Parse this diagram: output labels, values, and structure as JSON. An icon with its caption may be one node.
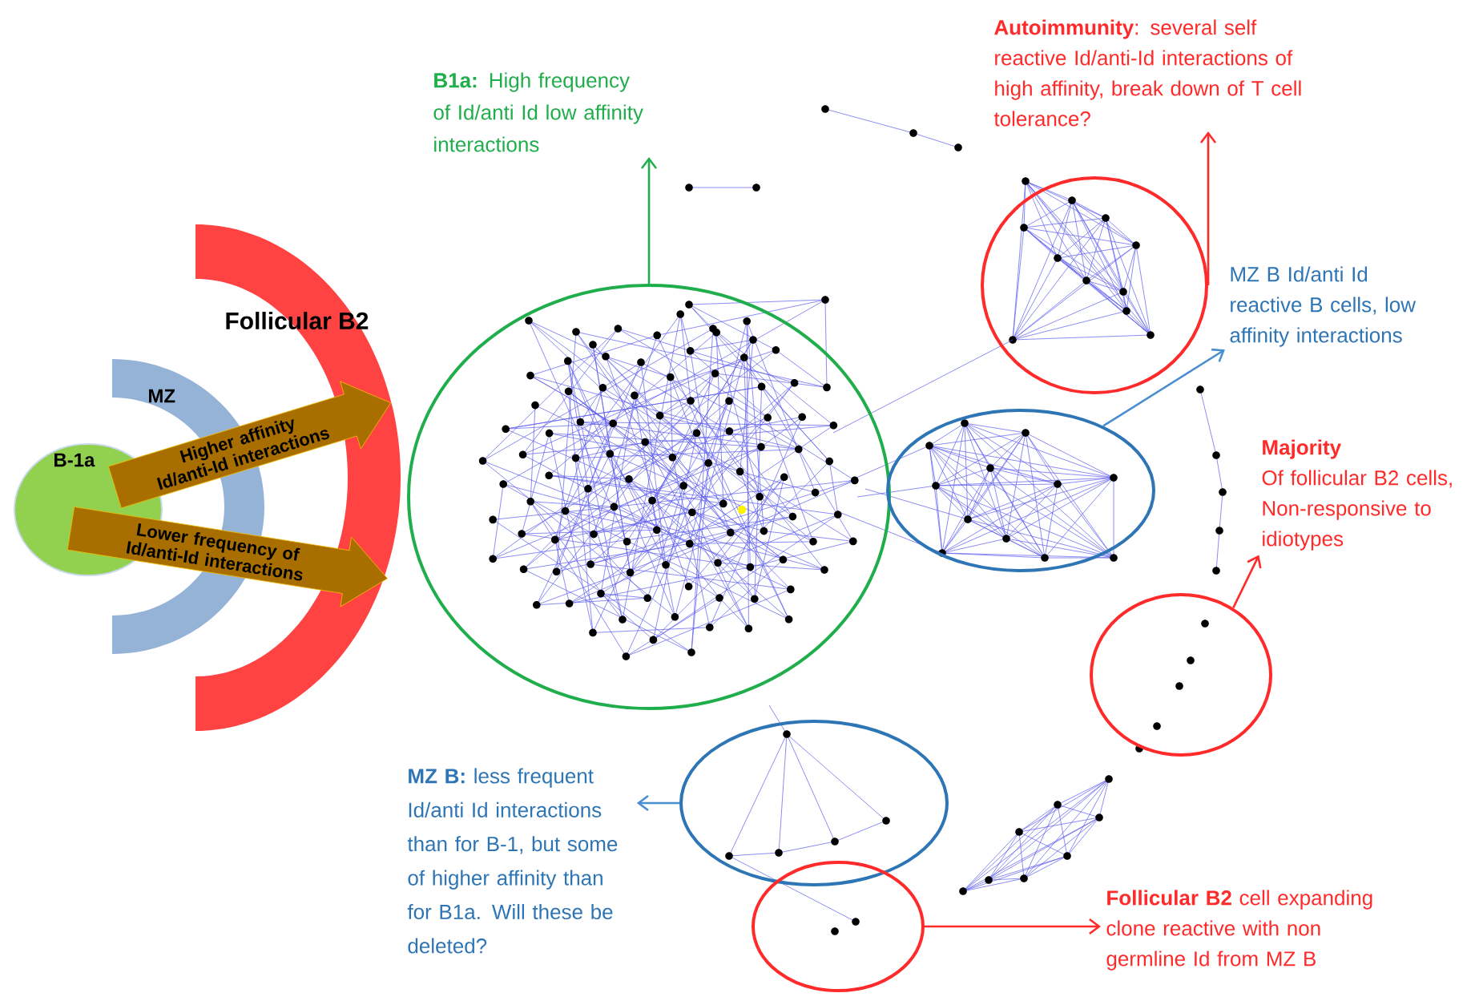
{
  "diagram": {
    "nodes": [
      {
        "text": [
          "B-1a"
        ]
      },
      {
        "text": [
          "MZ"
        ]
      },
      {
        "text": [
          "Follicular B2"
        ]
      },
      {
        "text": [
          "Higher affinity Id/anti-Id interactions"
        ]
      },
      {
        "text": [
          "Lower frequency of Id/anti-Id interactions"
        ]
      },
      {
        "text": [],
        "shape": "circle"
      },
      {
        "text": [
          "**B1a:** High frequency of Id/anti Id low affinity interactions"
        ]
      },
      {
        "text": [],
        "shape": "circle"
      },
      {
        "text": [
          "**Autoimmunity**: several self reactive Id/anti-Id interactions of high affinity, break down of T cell tolerance?"
        ]
      },
      {
        "text": [],
        "shape": "circle"
      },
      {
        "text": [
          "MZ B Id/anti Id reactive B cells, low affinity interactions"
        ]
      },
      {
        "text": [],
        "shape": "circle"
      },
      {
        "text": [
          "Majority",
          "Of follicular B2 cells, Non-responsive to idiotypes"
        ]
      },
      {
        "text": [],
        "shape": "circle"
      },
      {
        "text": [
          "**MZ B:** less frequent Id/anti Id interactions than for B-1, but some of higher affinity than for B1a. Will these be deleted?"
        ]
      },
      {
        "text": [],
        "shape": "circle"
      },
      {
        "text": [
          "**Follicular B2** cell expanding clone reactive with non germline Id from MZ B"
        ]
      }
    ],
    "edges": [
      {
        "from": 5,
        "to": 6,
        "arrow": "to",
        "color": "#1fae4b"
      },
      {
        "from": 7,
        "to": 8,
        "arrow": "to"
      },
      {
        "from": 9,
        "to": 10,
        "arrow": "to",
        "color": "#4a8ed0"
      },
      {
        "from": 11,
        "to": 12,
        "arrow": "to"
      },
      {
        "from": 13,
        "to": 14,
        "arrow": "to",
        "color": "#4a8ed0"
      },
      {
        "from": 15,
        "to": 16,
        "arrow": "to"
      }
    ]
  }
}
